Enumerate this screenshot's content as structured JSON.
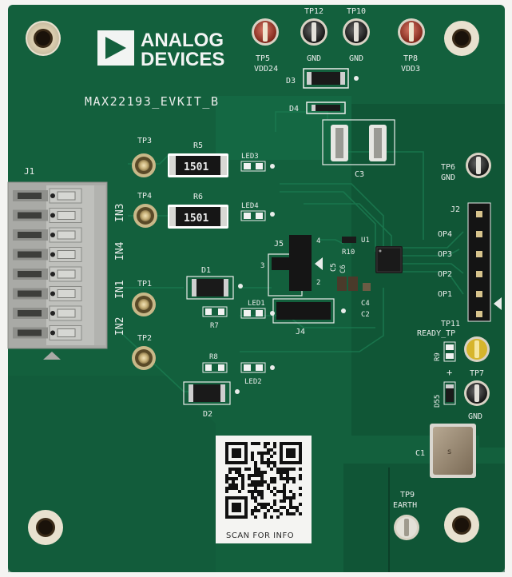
{
  "board": {
    "brand_line1": "ANALOG",
    "brand_line2": "DEVICES",
    "part_number": "MAX22193_EVKIT_B",
    "qr_caption": "SCAN FOR INFO"
  },
  "labels": {
    "tp5": "TP5",
    "vdd24": "VDD24",
    "tp12": "TP12",
    "tp12_gnd": "GND",
    "tp10": "TP10",
    "tp10_gnd": "GND",
    "tp8": "TP8",
    "vdd3": "VDD3",
    "d3": "D3",
    "d4": "D4",
    "c3": "C3",
    "tp3": "TP3",
    "r5": "R5",
    "r5_value": "1501",
    "led3": "LED3",
    "tp4": "TP4",
    "r6": "R6",
    "r6_value": "1501",
    "led4": "LED4",
    "tp6": "TP6",
    "tp6_gnd": "GND",
    "j1": "J1",
    "in1": "IN1",
    "in2": "IN2",
    "in3": "IN3",
    "in4": "IN4",
    "j5": "J5",
    "j5_pin4": "4",
    "j5_pin3": "3",
    "j5_pin2": "2",
    "u1": "U1",
    "r10": "R10",
    "c5": "C5",
    "c6": "C6",
    "c4": "C4",
    "c2": "C2",
    "j4": "J4",
    "d1": "D1",
    "tp1": "TP1",
    "led1": "LED1",
    "r7": "R7",
    "tp2": "TP2",
    "r8": "R8",
    "led2": "LED2",
    "d2": "D2",
    "j2": "J2",
    "op4": "OP4",
    "op3": "OP3",
    "op2": "OP2",
    "op1": "OP1",
    "tp11": "TP11",
    "ready_tp": "READY_TP",
    "r9": "R9",
    "tp7": "TP7",
    "tp7_gnd": "GND",
    "d55": "D55",
    "c1": "C1",
    "tp9": "TP9",
    "earth": "EARTH"
  },
  "colors": {
    "pcb": "#13603d",
    "pcb_dark": "#0f4f32",
    "silkscreen": "#e9ecea",
    "copper_pad": "#c9b27a",
    "connector_grey": "#a9aaa6"
  },
  "icons": [
    "analog-devices-logo-icon",
    "qr-code-icon"
  ]
}
